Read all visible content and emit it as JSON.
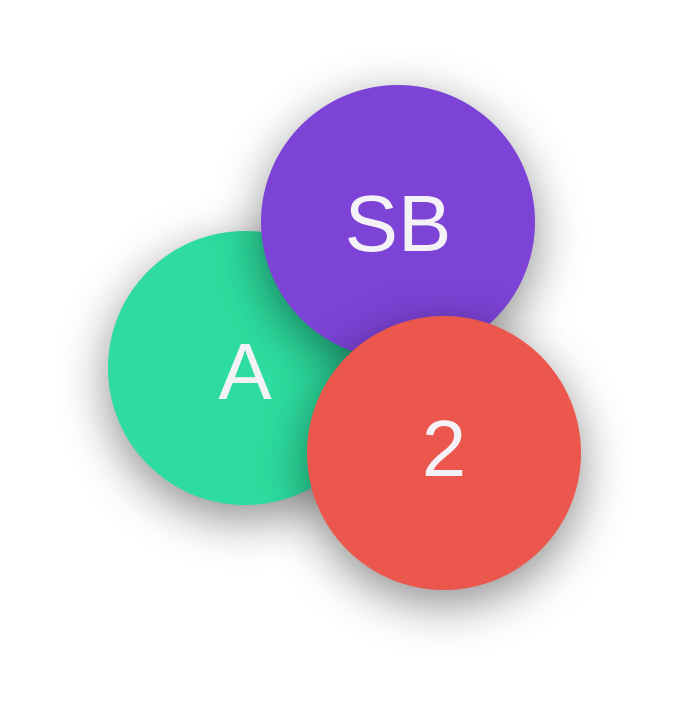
{
  "avatars": [
    {
      "label": "A",
      "color": "#2ddc9e"
    },
    {
      "label": "SB",
      "color": "#7c43d6"
    },
    {
      "label": "2",
      "color": "#ec574d"
    }
  ]
}
